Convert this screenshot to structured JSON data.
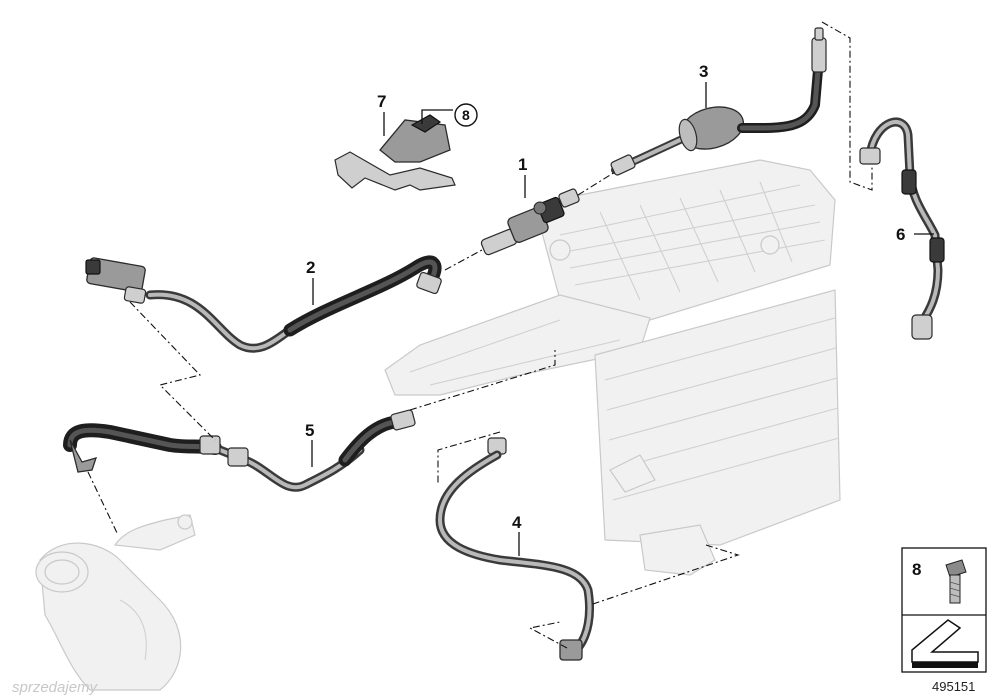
{
  "callouts": {
    "c1": "1",
    "c2": "2",
    "c3": "3",
    "c4": "4",
    "c5": "5",
    "c6": "6",
    "c7": "7",
    "c8_ref": "8"
  },
  "legend": {
    "number": "8"
  },
  "diagram_id": "495151",
  "watermark": "sprzedajemy"
}
